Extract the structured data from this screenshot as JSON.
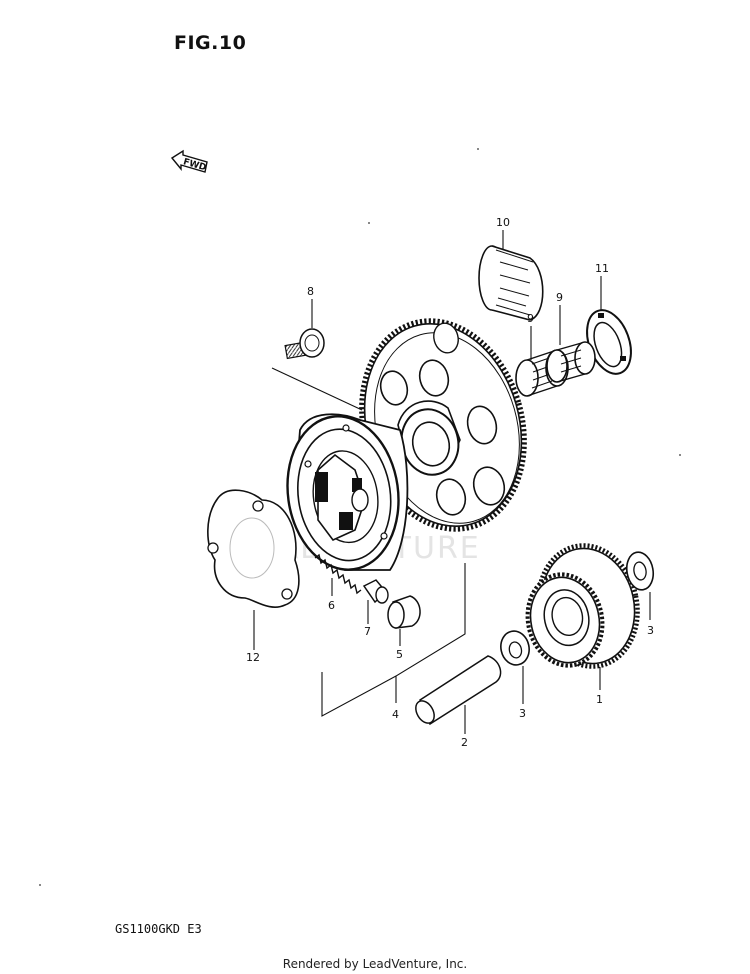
{
  "figure": {
    "title": "FIG.10",
    "model_code": "GS1100GKD E3",
    "credit": "Rendered by LeadVenture, Inc.",
    "watermark": "LEADVENTURE",
    "direction_label": "FWD"
  },
  "callouts": {
    "p1": "1",
    "p2": "2",
    "p3a": "3",
    "p3b": "3",
    "p4": "4",
    "p5": "5",
    "p6": "6",
    "p7": "7",
    "p8": "8",
    "p9a": "9",
    "p9b": "9",
    "p10": "10",
    "p11": "11",
    "p12": "12"
  }
}
